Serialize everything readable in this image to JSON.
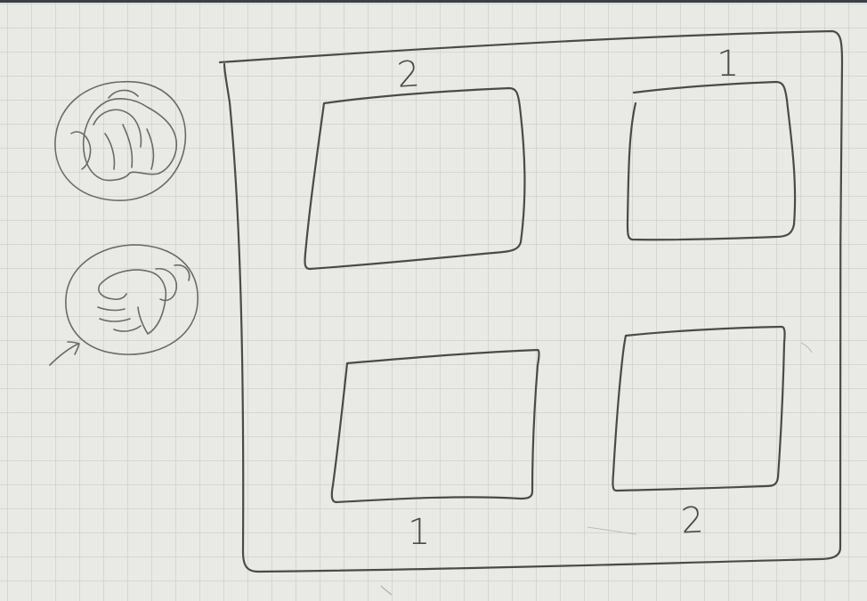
{
  "colors": {
    "paper": "#e9e9e5",
    "grid": "#c9cac6",
    "pencil": "#4a4a4a"
  },
  "icons": [
    "crumpled-hand-icon",
    "hand-icon",
    "arrow-icon"
  ],
  "quadrant_labels": {
    "top_left": "2",
    "top_right": "1",
    "bottom_left": "1",
    "bottom_right": "2"
  }
}
